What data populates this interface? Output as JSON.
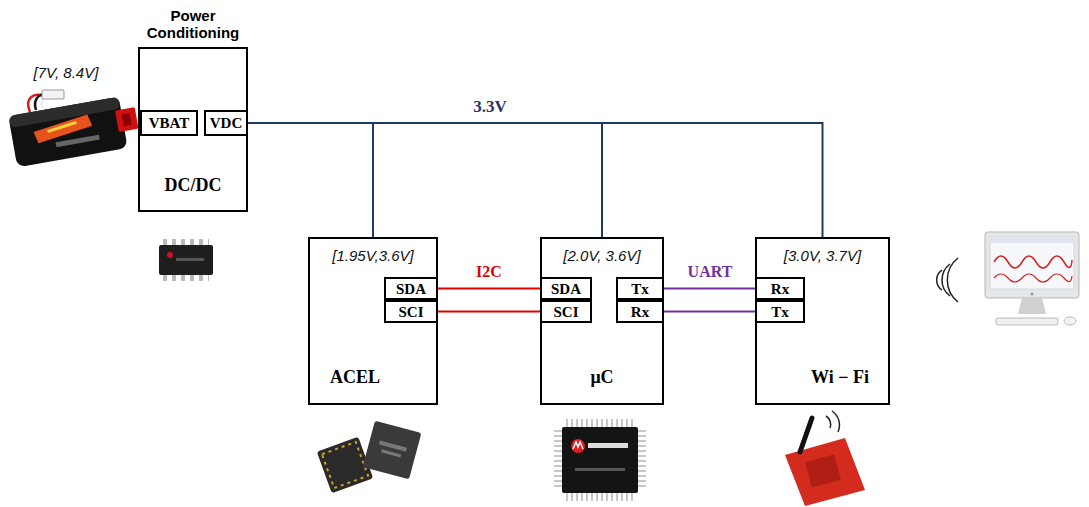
{
  "diagram": {
    "nodes": [
      {
        "text": [
          "Power Conditioning",
          "DC/DC"
        ]
      },
      {
        "text": [
          "VBAT"
        ],
        "in": 0
      },
      {
        "text": [
          "VDC"
        ],
        "in": 0
      },
      {
        "text": [
          "[1.95V,3.6V]",
          "ACEL"
        ]
      },
      {
        "text": [
          "SDA"
        ],
        "in": 3
      },
      {
        "text": [
          "SCI"
        ],
        "in": 3
      },
      {
        "text": [
          "[2.0V, 3.6V]",
          "μC"
        ]
      },
      {
        "text": [
          "SDA"
        ],
        "in": 6
      },
      {
        "text": [
          "SCI"
        ],
        "in": 6
      },
      {
        "text": [
          "Tx"
        ],
        "in": 6
      },
      {
        "text": [
          "Rx"
        ],
        "in": 6
      },
      {
        "text": [
          "[3.0V, 3.7V]",
          "Wi − Fi"
        ]
      },
      {
        "text": [
          "Rx"
        ],
        "in": 11
      },
      {
        "text": [
          "Tx"
        ],
        "in": 11
      }
    ],
    "edges": [
      {
        "from": 2,
        "to": 3,
        "arrow": "none"
      },
      {
        "from": 2,
        "to": 6,
        "arrow": "none"
      },
      {
        "from": 2,
        "to": 11,
        "arrow": "none"
      },
      {
        "from": 4,
        "to": 7,
        "arrow": "none"
      },
      {
        "from": 5,
        "to": 8,
        "arrow": "none"
      },
      {
        "from": 9,
        "to": 12,
        "arrow": "none"
      },
      {
        "from": 10,
        "to": 13,
        "arrow": "none"
      }
    ],
    "labels": [
      "[7V, 8.4V]",
      "3.3V",
      "I2C",
      "UART"
    ]
  }
}
